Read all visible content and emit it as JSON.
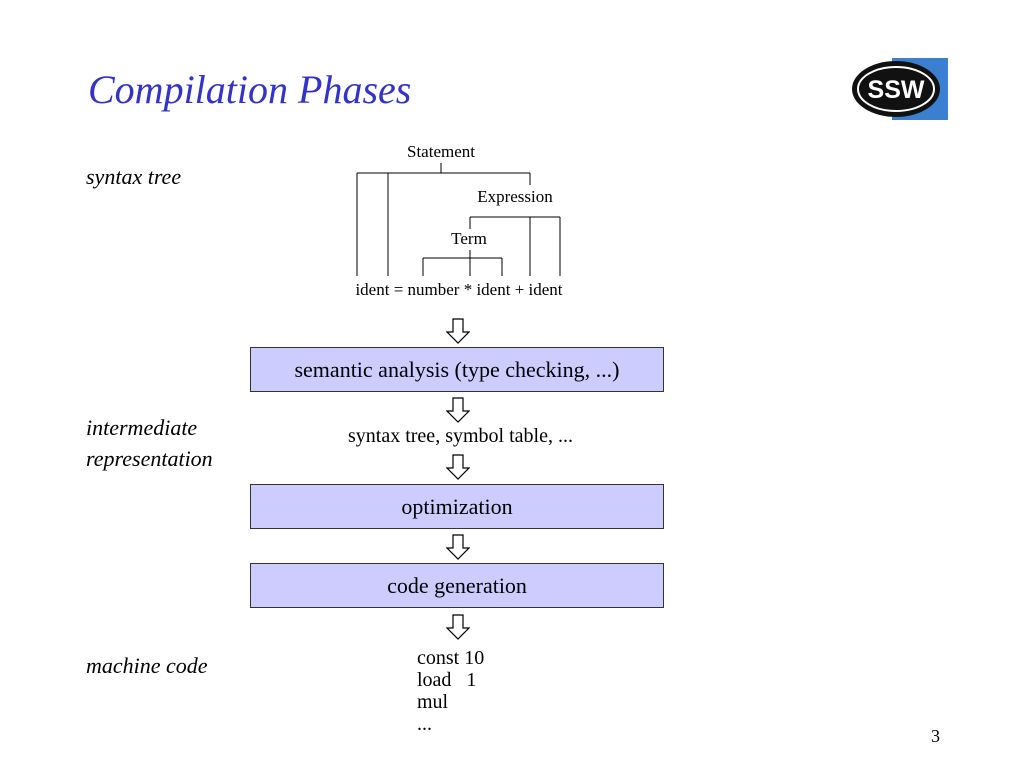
{
  "slide": {
    "title": "Compilation Phases",
    "page_number": "3"
  },
  "logo": {
    "text": "SSW",
    "colors": {
      "ring": "#111111",
      "text": "#ffffff",
      "accent": "#3b7fd1"
    }
  },
  "side_labels": {
    "syntax_tree": "syntax tree",
    "intermediate_line1": "intermediate",
    "intermediate_line2": "representation",
    "machine_code": "machine code"
  },
  "tree": {
    "statement": "Statement",
    "expression": "Expression",
    "term": "Term",
    "tokens": "ident = number * ident + ident"
  },
  "phases": {
    "semantic": "semantic analysis (type checking, ...)",
    "ir_text": "syntax tree, symbol table, ...",
    "optimization": "optimization",
    "codegen": "code generation"
  },
  "machine_code": {
    "lines": [
      "const 10",
      "load   1",
      "mul",
      "..."
    ]
  },
  "colors": {
    "title": "#3333cc",
    "box_fill": "#ccccff",
    "box_border": "#333333"
  }
}
